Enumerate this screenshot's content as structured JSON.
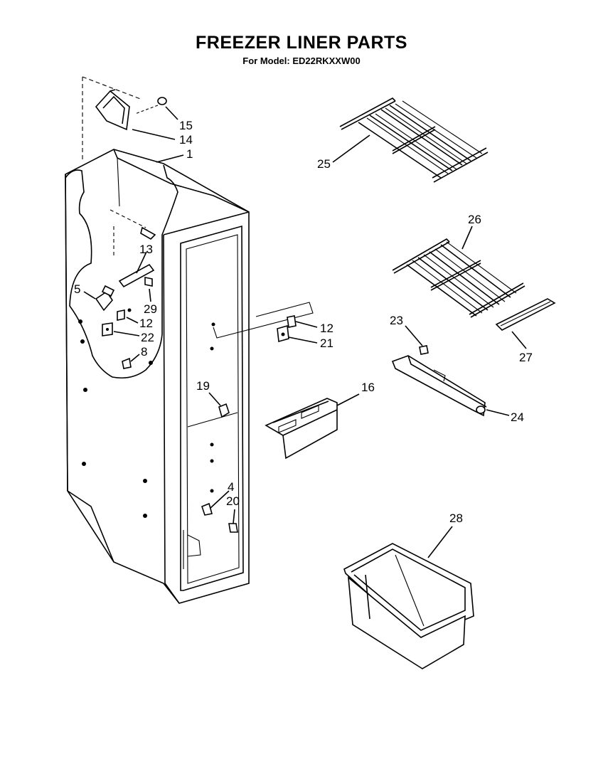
{
  "page": {
    "title": "FREEZER LINER PARTS",
    "subtitle": "For Model: ED22RKXXW00"
  },
  "callouts": [
    {
      "id": "c15",
      "label": "15"
    },
    {
      "id": "c14",
      "label": "14"
    },
    {
      "id": "c1",
      "label": "1"
    },
    {
      "id": "c13",
      "label": "13"
    },
    {
      "id": "c5",
      "label": "5"
    },
    {
      "id": "c29",
      "label": "29"
    },
    {
      "id": "c12a",
      "label": "12"
    },
    {
      "id": "c22",
      "label": "22"
    },
    {
      "id": "c8",
      "label": "8"
    },
    {
      "id": "c12b",
      "label": "12"
    },
    {
      "id": "c21",
      "label": "21"
    },
    {
      "id": "c19",
      "label": "19"
    },
    {
      "id": "c16",
      "label": "16"
    },
    {
      "id": "c4",
      "label": "4"
    },
    {
      "id": "c20",
      "label": "20"
    },
    {
      "id": "c25",
      "label": "25"
    },
    {
      "id": "c26",
      "label": "26"
    },
    {
      "id": "c23",
      "label": "23"
    },
    {
      "id": "c27",
      "label": "27"
    },
    {
      "id": "c24",
      "label": "24"
    },
    {
      "id": "c28",
      "label": "28"
    }
  ]
}
